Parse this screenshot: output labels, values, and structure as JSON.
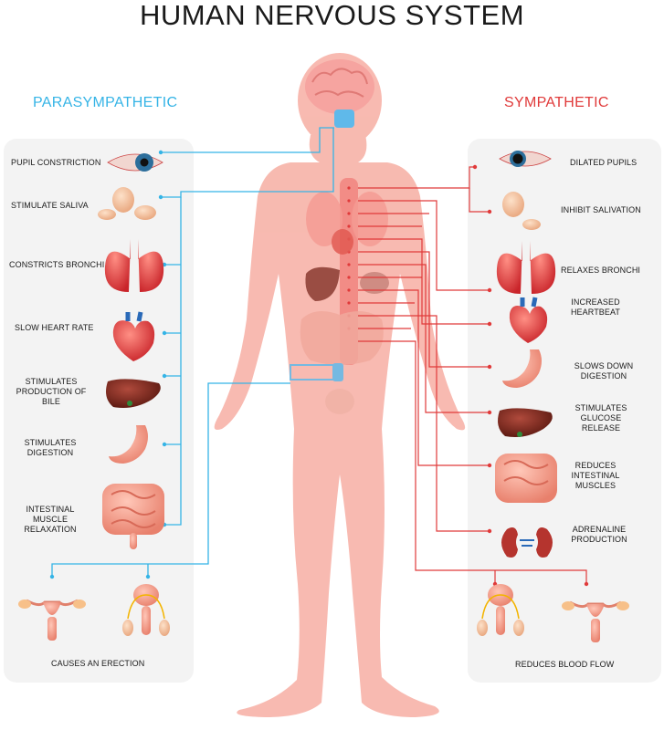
{
  "title": "HUMAN NERVOUS SYSTEM",
  "colors": {
    "parasympathetic": "#35b4e6",
    "sympathetic": "#e03a3a",
    "body": "#f7b3a8",
    "panel": "#f3f3f3"
  },
  "parasympathetic": {
    "heading": "PARASYMPATHETIC",
    "items": [
      {
        "label": "PUPIL CONSTRICTION",
        "icon": "eye-icon"
      },
      {
        "label": "STIMULATE SALIVA",
        "icon": "salivary-gland-icon"
      },
      {
        "label": "CONSTRICTS BRONCHI",
        "icon": "lungs-icon"
      },
      {
        "label": "SLOW HEART RATE",
        "icon": "heart-icon"
      },
      {
        "label": "STIMULATES PRODUCTION OF BILE",
        "icon": "liver-icon"
      },
      {
        "label": "STIMULATES DIGESTION",
        "icon": "stomach-icon"
      },
      {
        "label": "INTESTINAL MUSCLE RELAXATION",
        "icon": "intestine-icon"
      }
    ],
    "bottom_label": "CAUSES AN ERECTION"
  },
  "sympathetic": {
    "heading": "SYMPATHETIC",
    "items": [
      {
        "label": "DILATED PUPILS",
        "icon": "eye-icon"
      },
      {
        "label": "INHIBIT SALIVATION",
        "icon": "salivary-gland-icon"
      },
      {
        "label": "RELAXES BRONCHI",
        "icon": "lungs-icon"
      },
      {
        "label": "INCREASED HEARTBEAT",
        "icon": "heart-icon"
      },
      {
        "label": "SLOWS DOWN DIGESTION",
        "icon": "stomach-icon"
      },
      {
        "label": "STIMULATES GLUCOSE RELEASE",
        "icon": "liver-icon"
      },
      {
        "label": "REDUCES INTESTINAL MUSCLES",
        "icon": "intestine-icon"
      },
      {
        "label": "ADRENALINE PRODUCTION",
        "icon": "kidneys-icon"
      }
    ],
    "bottom_label": "REDUCES BLOOD FLOW"
  }
}
